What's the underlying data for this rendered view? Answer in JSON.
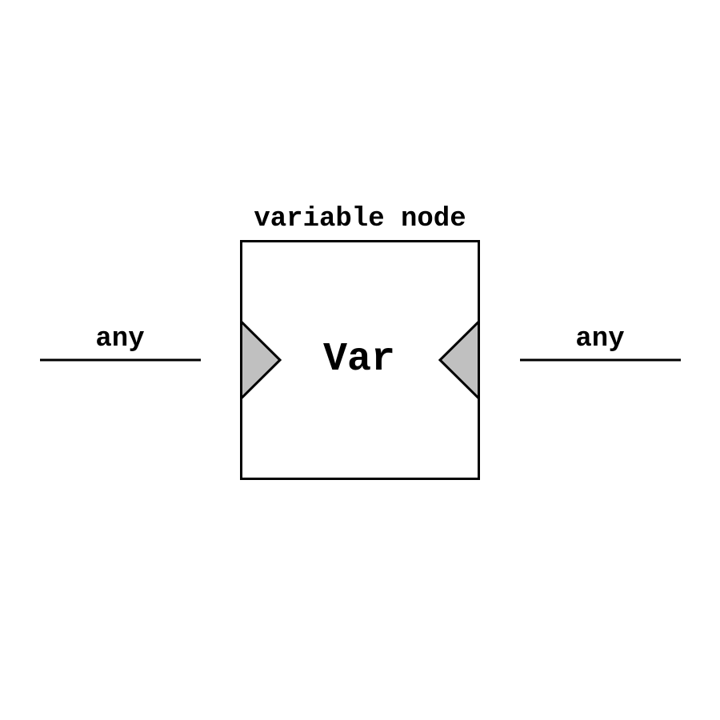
{
  "diagram": {
    "node": {
      "title": "variable node",
      "label": "Var"
    },
    "input_edge": {
      "label": "any"
    },
    "output_edge": {
      "label": "any"
    },
    "colors": {
      "stroke": "#000000",
      "port_fill": "#c0c0c0",
      "background": "#ffffff"
    }
  }
}
